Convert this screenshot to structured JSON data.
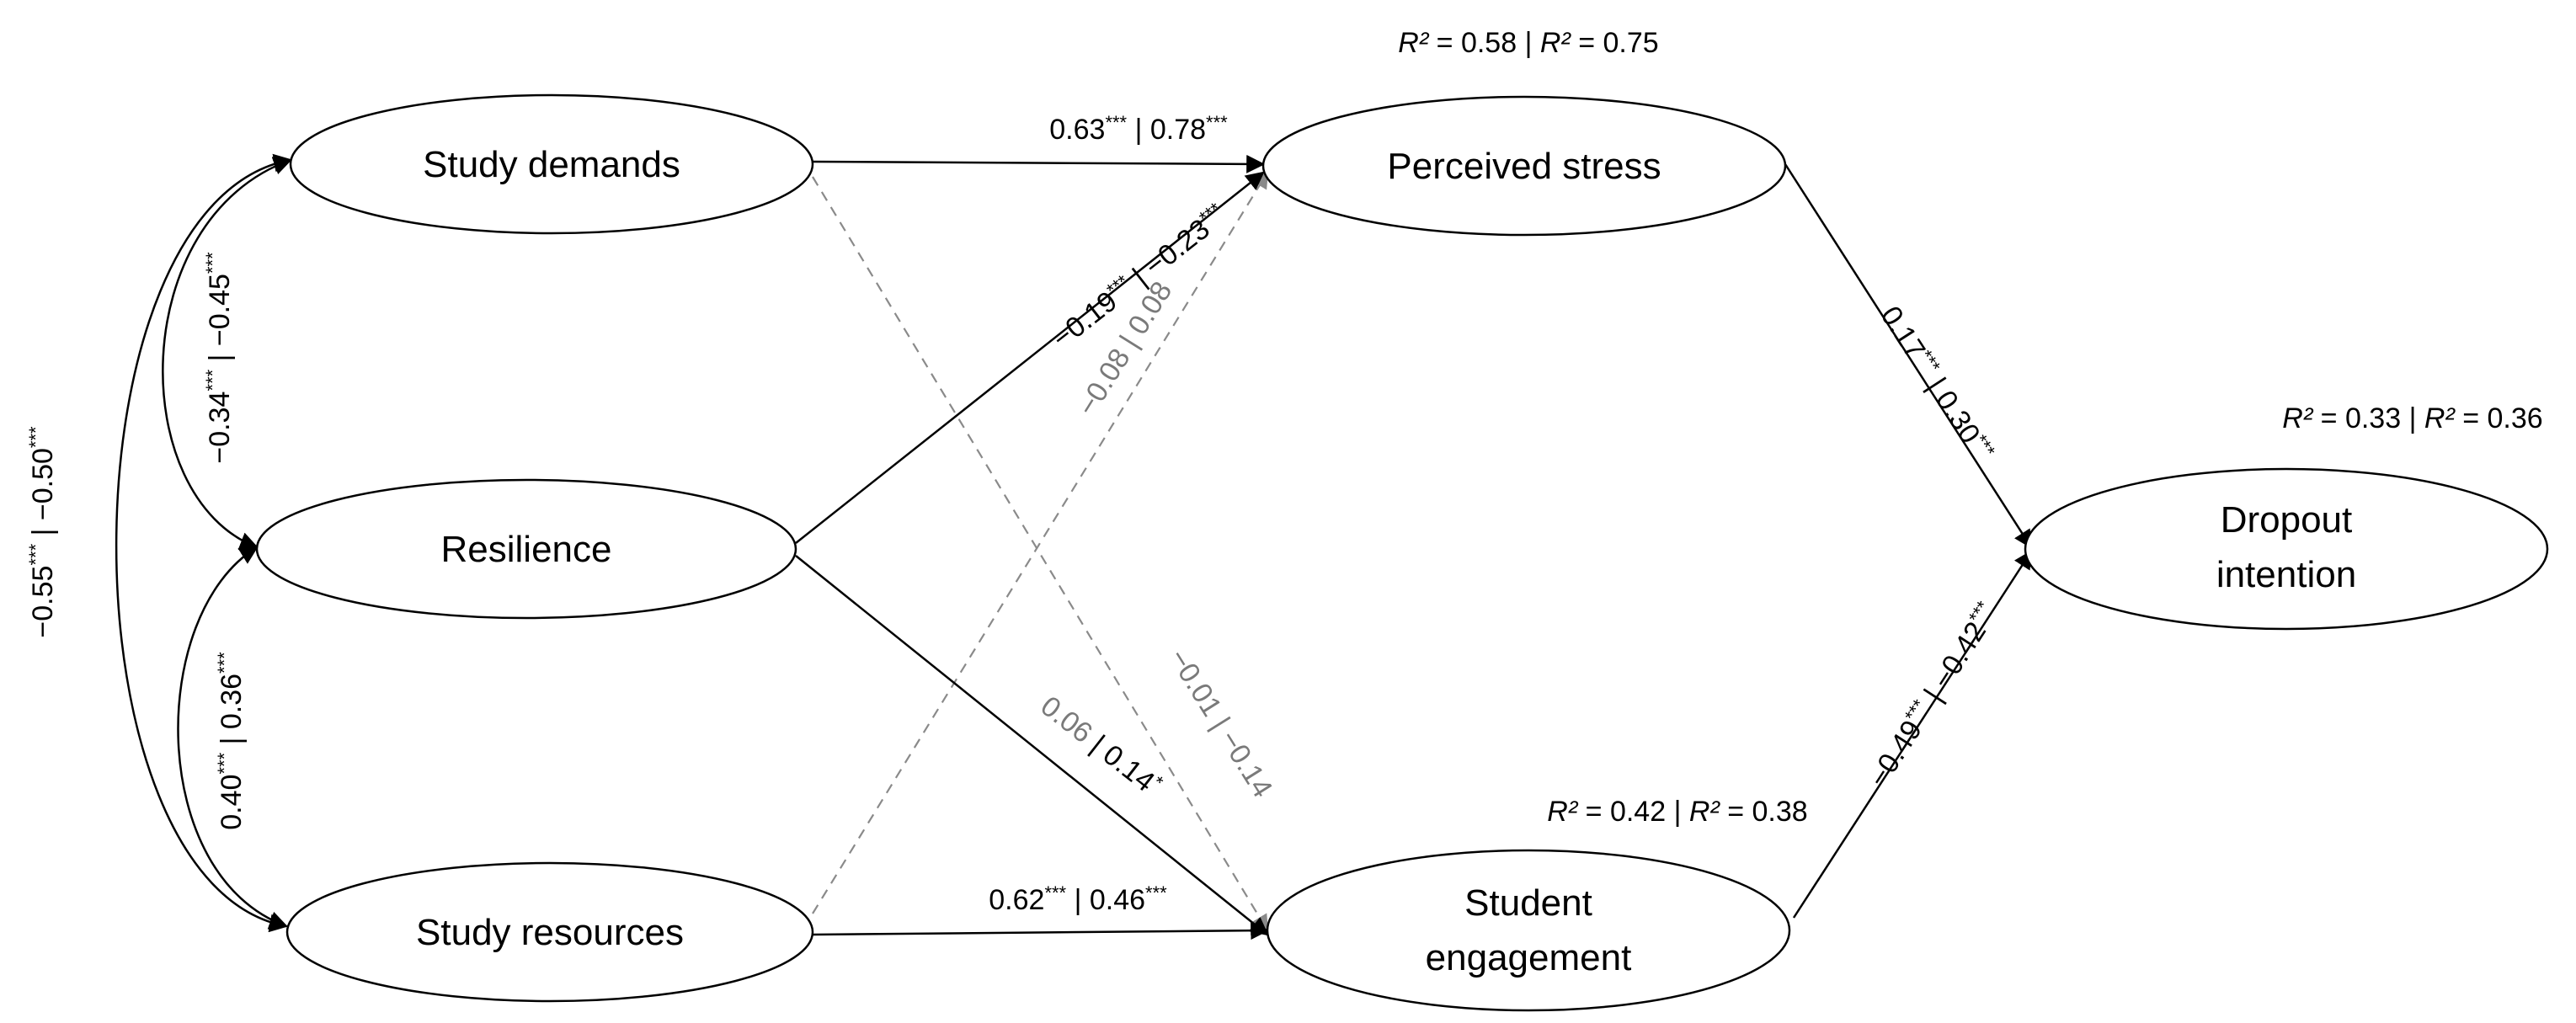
{
  "nodes": {
    "study_demands": "Study demands",
    "resilience": "Resilience",
    "study_resources": "Study resources",
    "perceived_stress": "Perceived stress",
    "student_engagement_line1": "Student",
    "student_engagement_line2": "engagement",
    "dropout_intention_line1": "Dropout",
    "dropout_intention_line2": "intention"
  },
  "r2": {
    "symbol": "R²",
    "perceived_stress": {
      "a": "0.58",
      "b": "0.75"
    },
    "dropout_intention": {
      "a": "0.33",
      "b": "0.36"
    },
    "student_engagement": {
      "a": "0.42",
      "b": "0.38"
    }
  },
  "paths": {
    "demands_stress": {
      "a": "0.63",
      "a_sig": "***",
      "b": "0.78",
      "b_sig": "***"
    },
    "resources_engagement": {
      "a": "0.62",
      "a_sig": "***",
      "b": "0.46",
      "b_sig": "***"
    },
    "resilience_stress": {
      "a": "−0.19",
      "a_sig": "***",
      "b": "−0.23",
      "b_sig": "***"
    },
    "resources_stress": {
      "a": "−0.08",
      "b": "0.08"
    },
    "demands_engagement": {
      "a": "−0.01",
      "b": "−0.14"
    },
    "resilience_engagement": {
      "a": "0.06",
      "b": "0.14",
      "b_sig": "*"
    },
    "stress_dropout": {
      "a": "0.17",
      "a_sig": "***",
      "b": "0.30",
      "b_sig": "***"
    },
    "engagement_dropout": {
      "a": "−0.49",
      "a_sig": "***",
      "b": "−0.42",
      "b_sig": "***"
    }
  },
  "correlations": {
    "demands_resilience": {
      "a": "−0.34",
      "a_sig": "***",
      "b": "−0.45",
      "b_sig": "***"
    },
    "resilience_resources": {
      "a": "0.40",
      "a_sig": "***",
      "b": "0.36",
      "b_sig": "***"
    },
    "demands_resources": {
      "a": "−0.55",
      "a_sig": "***",
      "b": "−0.50",
      "b_sig": "***"
    }
  },
  "separator": " | "
}
